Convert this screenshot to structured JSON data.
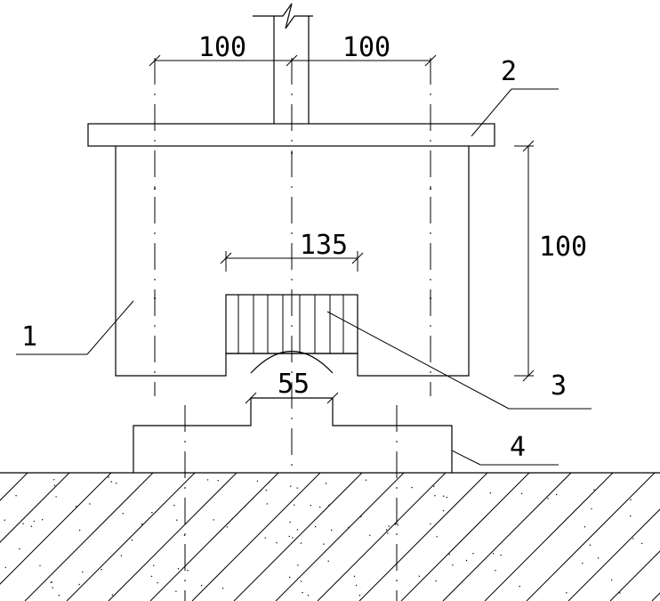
{
  "dimensions": {
    "top_left": "100",
    "top_right": "100",
    "right_height": "100",
    "recess_width": "135",
    "lower_width": "55"
  },
  "labels": {
    "part_1": "1",
    "part_2": "2",
    "part_3": "3",
    "part_4": "4"
  }
}
